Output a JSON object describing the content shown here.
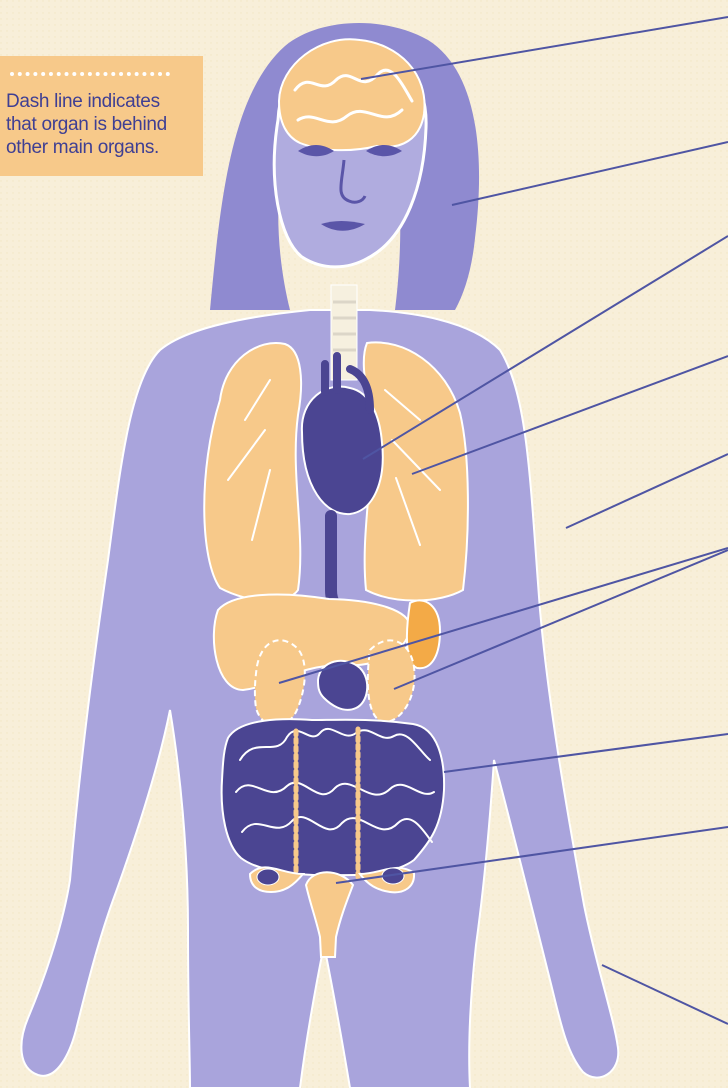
{
  "legend": {
    "lines": [
      "Dash line indicates",
      "that organ is behind",
      "other main organs."
    ]
  },
  "colors": {
    "background": "#f8efd9",
    "body": "#a9a4dc",
    "hair": "#8f8ad0",
    "organ": "#f7c98a",
    "dark_organ": "#4b4592",
    "outline": "#ffffff",
    "leader_line": "#4f55a3",
    "legend_box": "#f7c98a",
    "legend_text": "#3f3f93"
  },
  "organs": [
    "brain",
    "skin",
    "heart",
    "lungs",
    "liver",
    "spleen",
    "kidneys",
    "stomach",
    "intestines",
    "uterus",
    "ovaries",
    "bladder"
  ]
}
